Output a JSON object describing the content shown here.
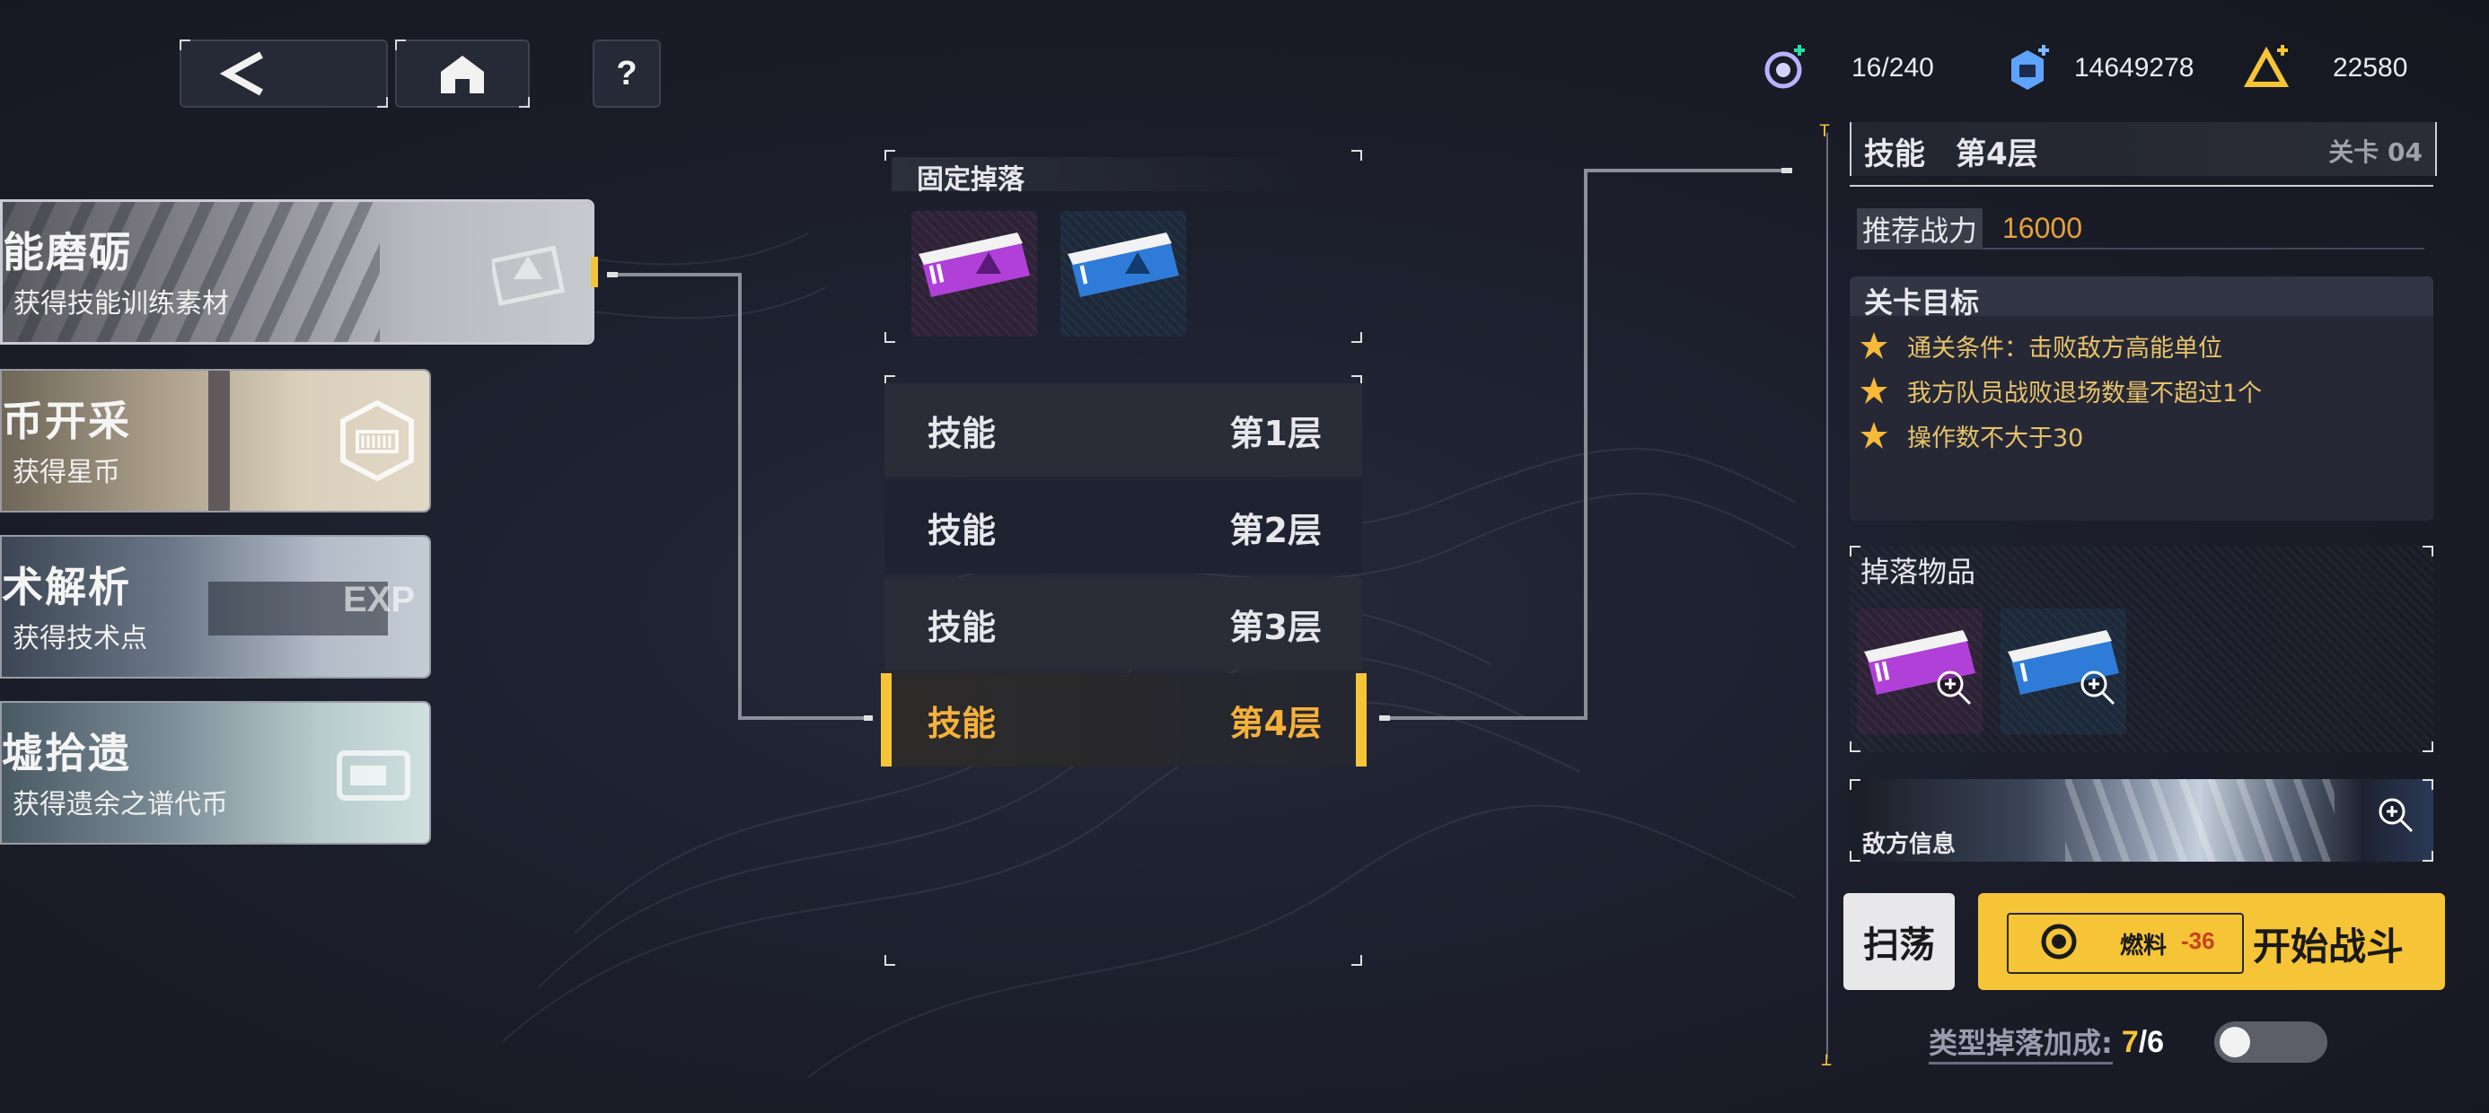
{
  "header": {
    "currencies": [
      {
        "icon": "fuel-icon",
        "value": "16/240"
      },
      {
        "icon": "star-coin-icon",
        "value": "14649278"
      },
      {
        "icon": "triangle-token-icon",
        "value": "22580"
      }
    ]
  },
  "categories": [
    {
      "title": "能磨砺",
      "subtitle": "获得技能训练素材",
      "selected": true
    },
    {
      "title": "币开采",
      "subtitle": "获得星币",
      "selected": false
    },
    {
      "title": "术解析",
      "subtitle": "获得技术点",
      "selected": false,
      "badge": "EXP"
    },
    {
      "title": "墟拾遗",
      "subtitle": "获得遗余之谱代币",
      "selected": false
    }
  ],
  "fixed_drop": {
    "label": "固定掉落",
    "items": [
      {
        "tier": "II",
        "color": "#b040d8"
      },
      {
        "tier": "I",
        "color": "#2f7cd8"
      }
    ]
  },
  "floors": [
    {
      "name": "技能",
      "level": "第1层"
    },
    {
      "name": "技能",
      "level": "第2层"
    },
    {
      "name": "技能",
      "level": "第3层"
    },
    {
      "name": "技能",
      "level": "第4层",
      "selected": true
    }
  ],
  "stage": {
    "title": "技能　第4层",
    "code": "关卡 04",
    "power_label": "推荐战力",
    "power_value": "16000",
    "goals_label": "关卡目标",
    "goals": [
      "通关条件：击败敌方高能单位",
      "我方队员战败退场数量不超过1个",
      "操作数不大于30"
    ],
    "drops_label": "掉落物品",
    "enemy_label": "敌方信息"
  },
  "actions": {
    "sweep_label": "扫荡",
    "fuel_label": "燃料",
    "fuel_cost": "-36",
    "start_label": "开始战斗",
    "bonus_label": "类型掉落加成:",
    "bonus_current": "7",
    "bonus_max": "/6"
  },
  "colors": {
    "accent": "#f6c437",
    "gold_text": "#f5b13a",
    "goal_text": "#e8c26a"
  }
}
